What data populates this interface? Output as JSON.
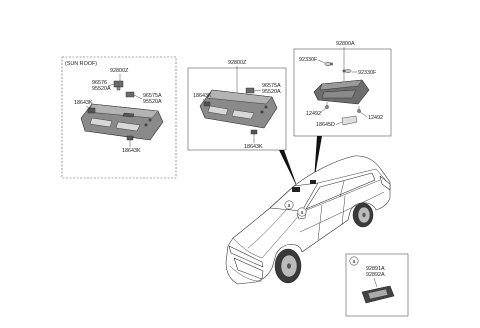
{
  "sunroof_group": {
    "tag": "(SUN ROOF)",
    "assembly_part_no": "92800Z",
    "callouts": {
      "bulb_part_no": "96576",
      "bulb_socket_part_no": "95520A",
      "bulb_right_part_no": "96575A",
      "bulb_right_socket_part_no": "95520A",
      "clip_upper_part_no": "18643K",
      "clip_lower_part_no": "18643K"
    }
  },
  "overhead_console_group": {
    "assembly_part_no": "92800Z",
    "callouts": {
      "clip_upper_part_no": "18643K",
      "bulb_part_no": "96575A",
      "bulb_socket_part_no": "95520A",
      "clip_lower_part_no": "18643K"
    }
  },
  "room_lamp_group": {
    "assembly_part_no": "92800A",
    "callouts": {
      "bulb_left_part_no": "92330F",
      "bulb_right_part_no": "92330F",
      "screw_left_part_no": "12492",
      "screw_right_part_no": "12492",
      "lens_part_no": "18645D"
    }
  },
  "vehicle": {
    "location_markers": [
      "a",
      "a"
    ]
  },
  "detail_a_group": {
    "marker": "a",
    "callouts": {
      "lamp_left_part_no": "92891A",
      "lamp_right_part_no": "92892A"
    }
  }
}
